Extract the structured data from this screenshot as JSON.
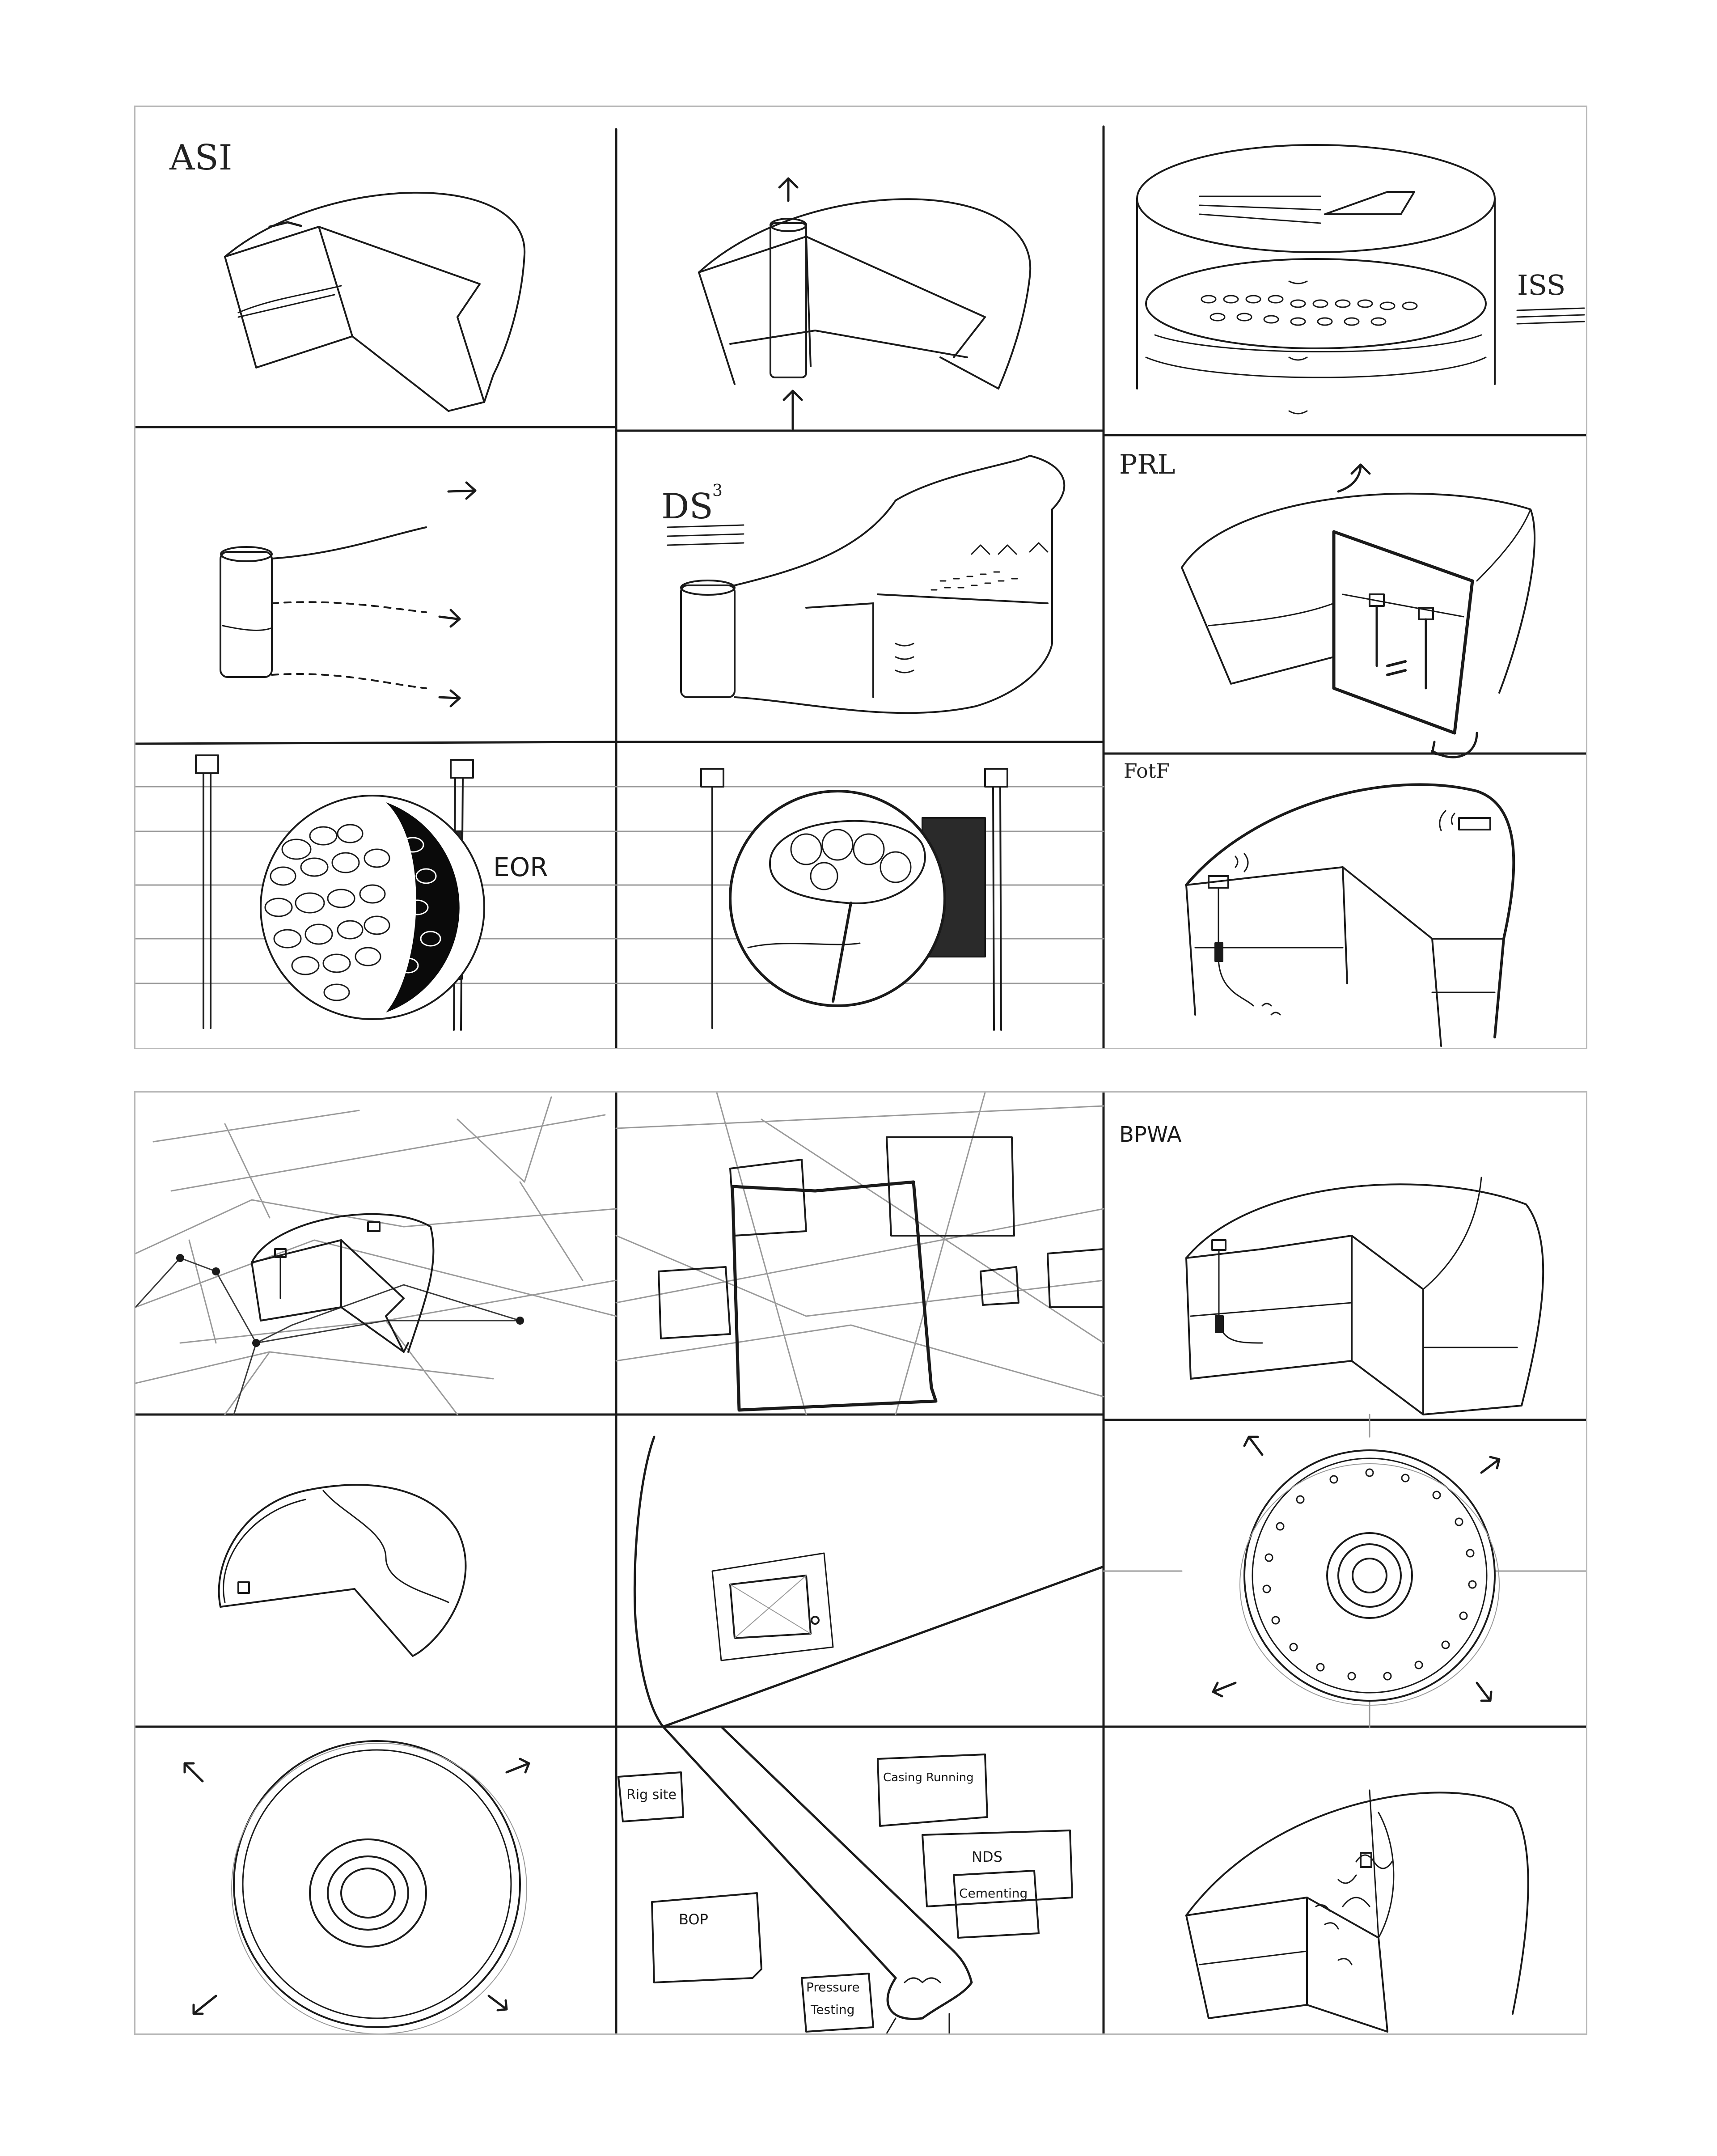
{
  "storyboard": {
    "sheet_top": {
      "labels": {
        "asi": "ASI",
        "iss": "ISS",
        "ds3": "DS",
        "ds3_sup": "3",
        "prl": "PRL",
        "eor": "EOR",
        "fotf": "FotF"
      }
    },
    "sheet_bottom": {
      "labels": {
        "bpwa": "BPWA",
        "rig_site": "Rig site",
        "bop": "BOP",
        "casing_running": "Casing Running",
        "nds": "NDS",
        "cementing": "Cementing",
        "pressure_testing_1": "Pressure",
        "pressure_testing_2": "Testing"
      }
    },
    "colors": {
      "ink": "#1a1a1a",
      "pencil": "#9a9a9a",
      "border": "#b9b9b9"
    }
  }
}
